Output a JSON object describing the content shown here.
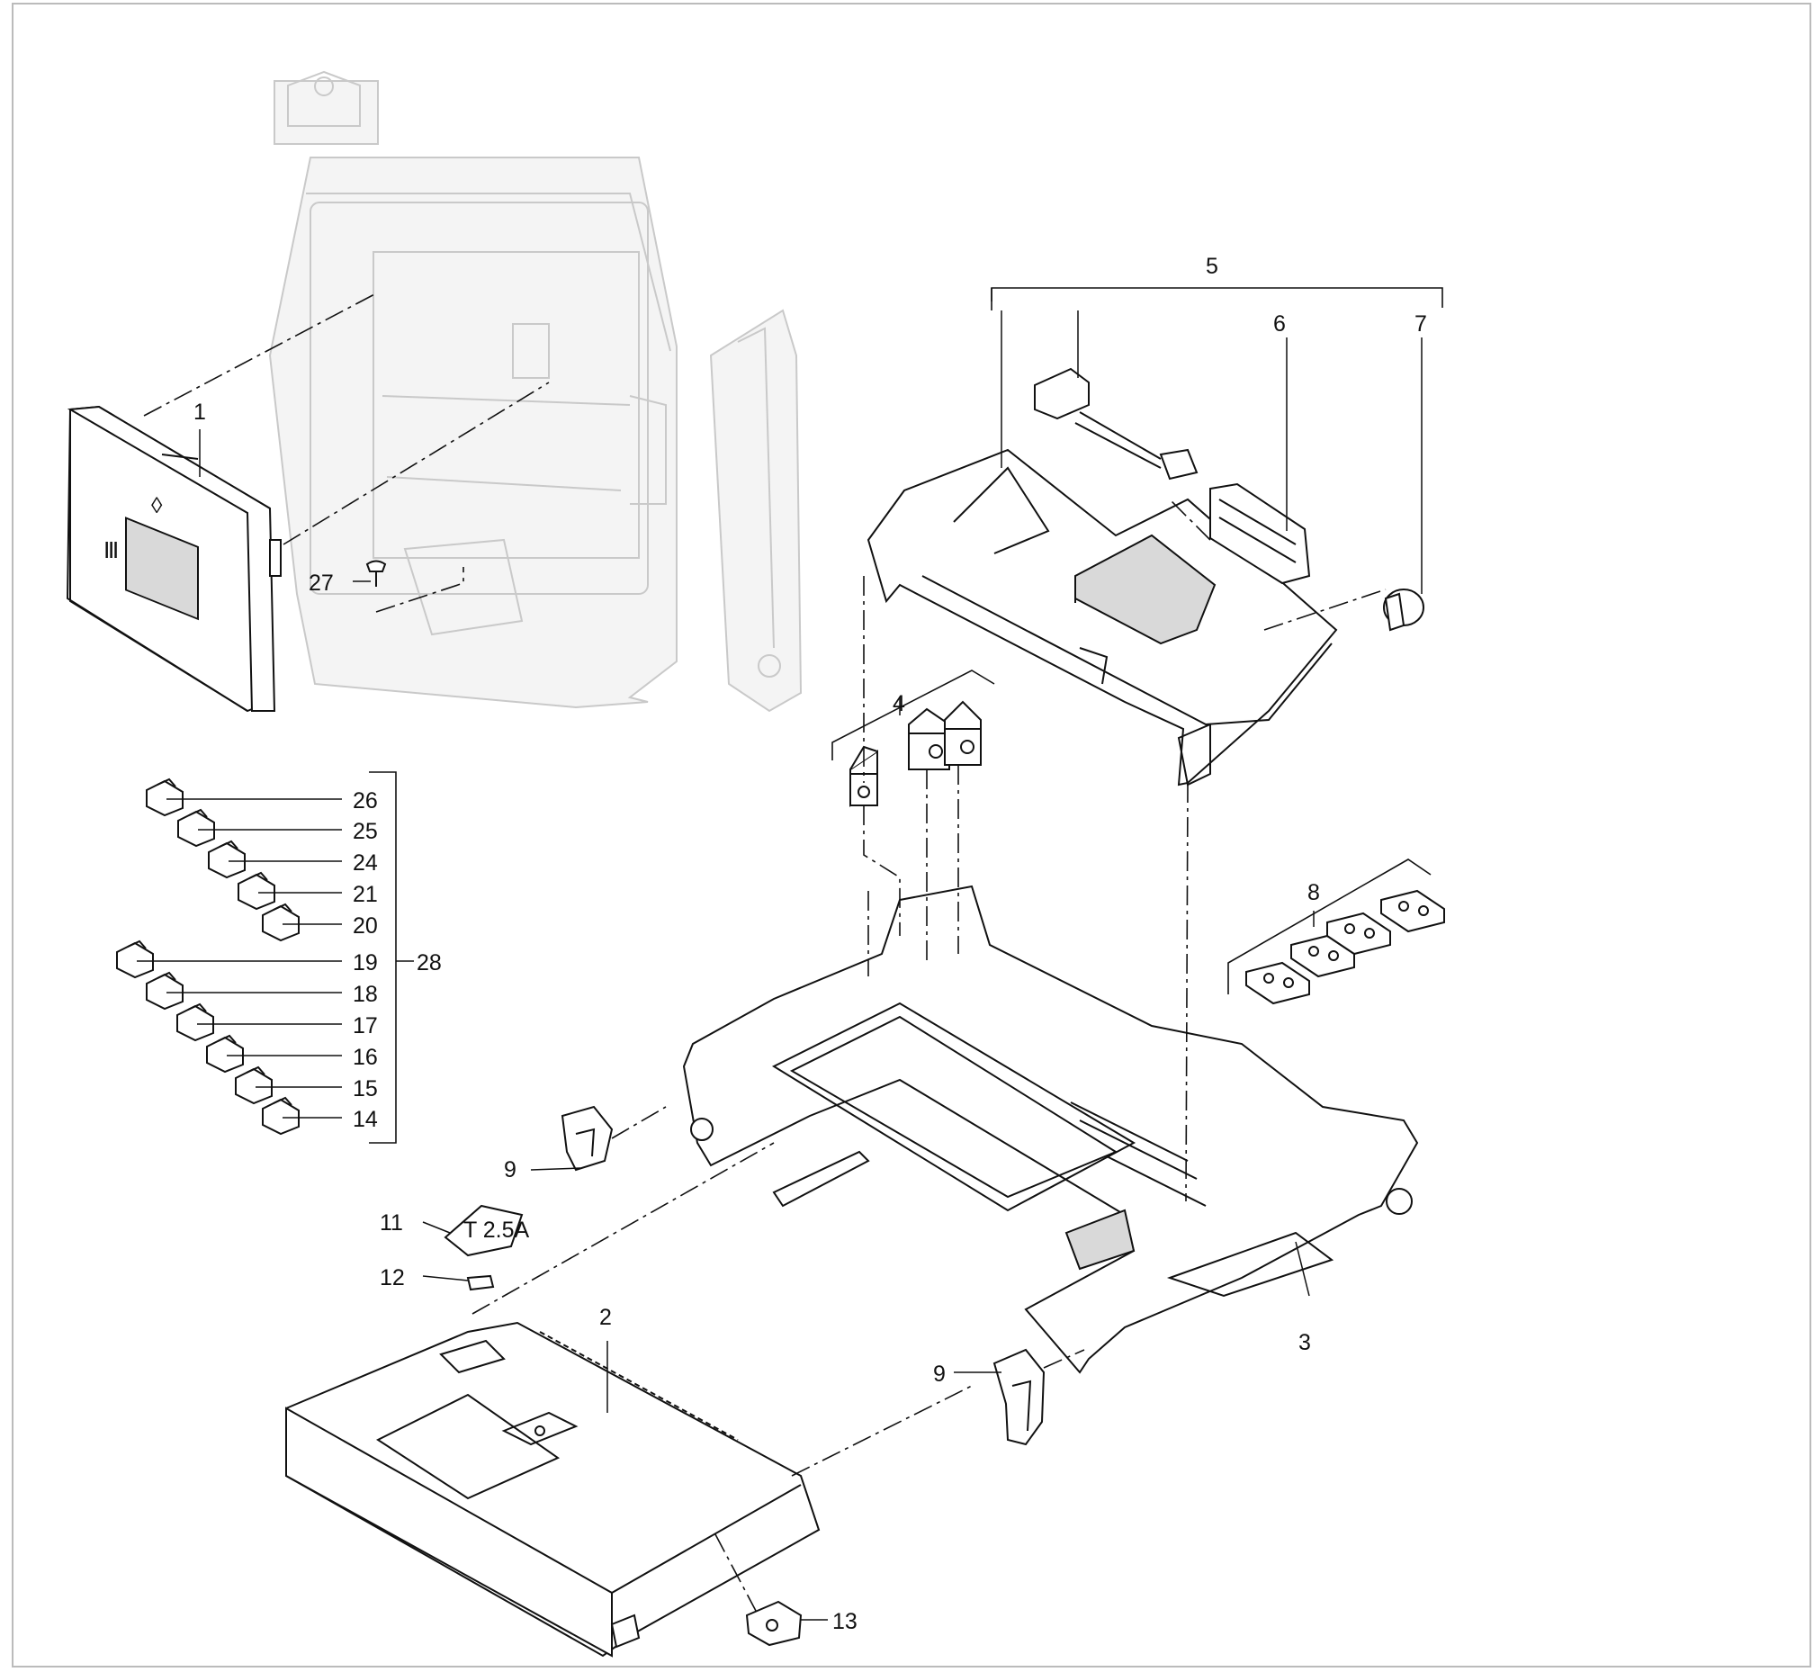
{
  "diagram": {
    "labels": {
      "p1": "1",
      "p2": "2",
      "p3": "3",
      "p4": "4",
      "p5": "5",
      "p6": "6",
      "p7": "7",
      "p8": "8",
      "p9a": "9",
      "p9b": "9",
      "p11": "11",
      "p12": "12",
      "p13": "13",
      "p14": "14",
      "p15": "15",
      "p16": "16",
      "p17": "17",
      "p18": "18",
      "p19": "19",
      "p20": "20",
      "p21": "21",
      "p24": "24",
      "p25": "25",
      "p26": "26",
      "p27": "27",
      "p28": "28"
    },
    "colors": {
      "ink": "#111111",
      "ghost": "#c9c9c9",
      "background": "#ffffff"
    }
  }
}
